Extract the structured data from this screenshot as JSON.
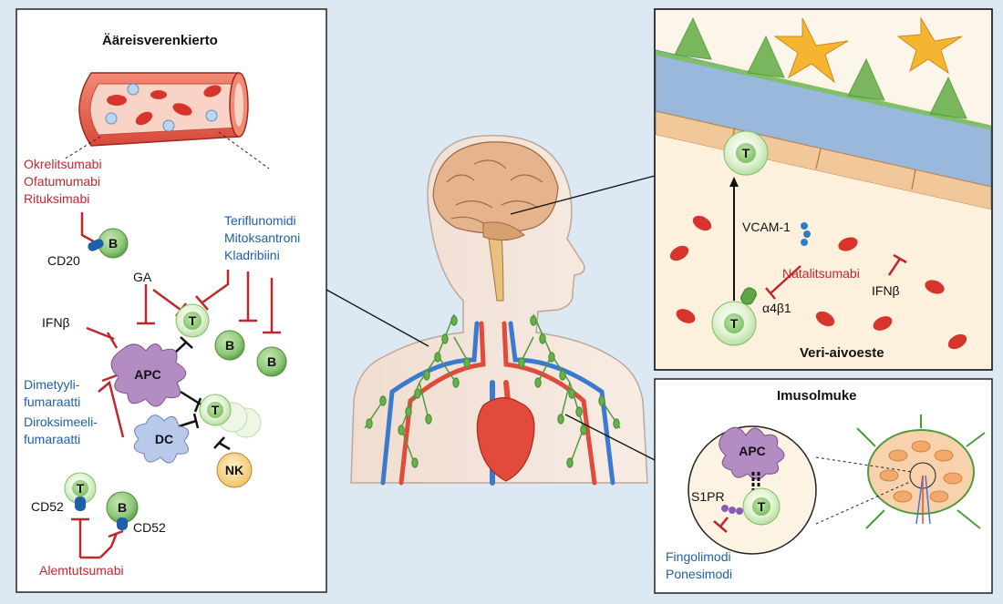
{
  "panels": {
    "peripheral_title": "Ääreisverenkierto",
    "bbb_title": "Veri-aivoeste",
    "lymph_title": "Imusolmuke"
  },
  "drugs": {
    "anti_cd20": [
      "Okrelitsumabi",
      "Ofatumumabi",
      "Rituksimabi"
    ],
    "teri": [
      "Teriflunomidi",
      "Mitoksantroni",
      "Kladribiini"
    ],
    "dmf": [
      "Dimetyyli-",
      "fumaraatti",
      "Diroksimeeli-",
      "fumaraatti"
    ],
    "alem": "Alemtutsumabi",
    "natalizumab": "Natalitsumabi",
    "ifnb_bbb": "IFNβ",
    "s1p": [
      "Fingolimodi",
      "Ponesimodi"
    ]
  },
  "labels": {
    "ga": "GA",
    "ifnb": "IFNβ",
    "cd20": "CD20",
    "cd52_t": "CD52",
    "cd52_b": "CD52",
    "vcam": "VCAM-1",
    "integrin": "α4β1",
    "s1pr": "S1PR"
  },
  "cells": {
    "b": "B",
    "t": "T",
    "apc": "APC",
    "dc": "DC",
    "nk": "NK"
  },
  "colors": {
    "background": "#dde9f2",
    "inhibitor_red": "#c0272d",
    "drug_blue": "#1f5fa8",
    "t_cell": "#d9efc8",
    "b_cell": "#8ec77a",
    "apc": "#b48cc4",
    "dc": "#b9c9ea",
    "nk": "#f6d58e",
    "vessel": "#e85c4a",
    "rbc": "#d7342b"
  }
}
